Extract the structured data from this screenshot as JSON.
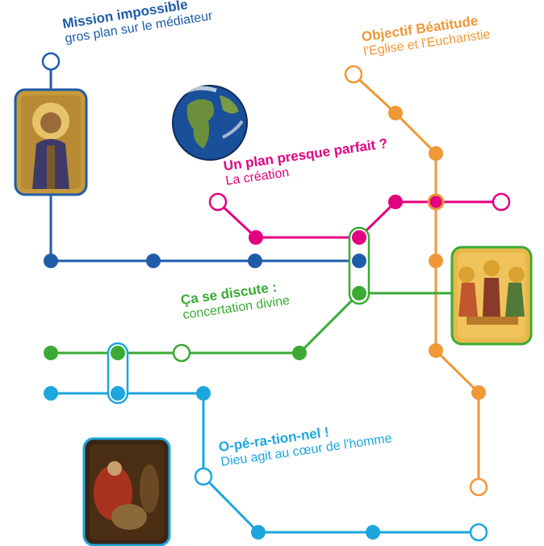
{
  "colors": {
    "blue": "#1f5ca8",
    "orange": "#ef9836",
    "magenta": "#e3007f",
    "green": "#3aaa35",
    "cyan": "#1da6de"
  },
  "lines": {
    "blue": {
      "title": "Mission impossible",
      "subtitle": "gros plan sur le médiateur",
      "image": "christ-mosaic-icon"
    },
    "orange": {
      "title": "Objectif Béatitude",
      "subtitle": "l'Eglise et l'Eucharistie",
      "image": "trinity-icon"
    },
    "magenta": {
      "title": "Un plan presque parfait ?",
      "subtitle": "La création",
      "image": "earth-globe-icon"
    },
    "green": {
      "title": "Ça se discute :",
      "subtitle": "concertation divine"
    },
    "cyan": {
      "title": "O-pé-ra-tion-nel !",
      "subtitle": "Dieu agit au cœur de l'homme",
      "image": "prodigal-son-painting-icon"
    }
  }
}
